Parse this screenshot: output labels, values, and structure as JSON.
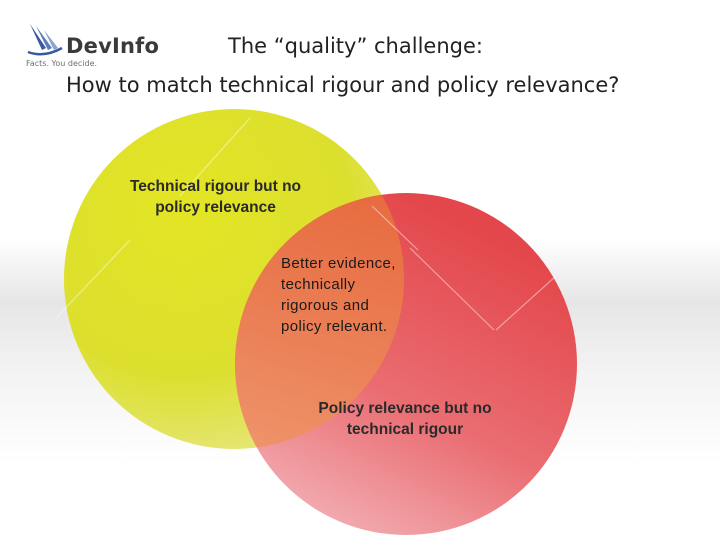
{
  "logo": {
    "name": "DevInfo",
    "tagline": "Facts. You decide."
  },
  "title": {
    "line1": "The “quality” challenge:",
    "line2": "How to match technical rigour and policy relevance?"
  },
  "venn": {
    "sets": [
      {
        "name": "Technical rigour",
        "color": "#dde02a"
      },
      {
        "name": "Policy relevance",
        "color": "#e74a4e"
      }
    ],
    "regions": {
      "technical_only": "Technical rigour but no policy relevance",
      "overlap": "Better evidence, technically rigorous and policy relevant.",
      "policy_only": "Policy relevance but no technical rigour"
    },
    "overlap_color": "#ec8a3c"
  },
  "colors": {
    "title_text": "#222222",
    "logo_blue": "#3b5a9d",
    "logo_text": "#3a3a3a"
  }
}
